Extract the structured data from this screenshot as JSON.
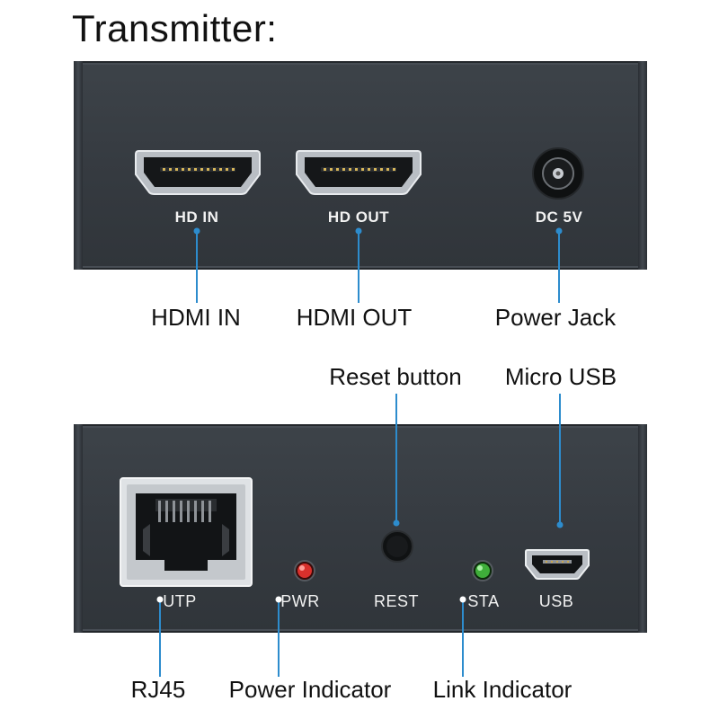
{
  "title": "Transmitter:",
  "top_panel": {
    "port_labels": {
      "hdmi_in": "HD IN",
      "hdmi_out": "HD OUT",
      "dc": "DC 5V"
    },
    "callouts": {
      "hdmi_in": "HDMI IN",
      "hdmi_out": "HDMI OUT",
      "power_jack": "Power Jack"
    }
  },
  "bottom_panel": {
    "port_labels": {
      "utp": "UTP",
      "pwr": "PWR",
      "rest": "REST",
      "sta": "STA",
      "usb": "USB"
    },
    "callouts": {
      "reset_button": "Reset button",
      "micro_usb": "Micro USB",
      "rj45": "RJ45",
      "power_indicator": "Power Indicator",
      "link_indicator": "Link Indicator"
    }
  },
  "colors": {
    "leader_line": "#2d8ccd",
    "pwr_led": "#d9302c",
    "sta_led": "#3fae3a",
    "panel": "#383d43"
  }
}
